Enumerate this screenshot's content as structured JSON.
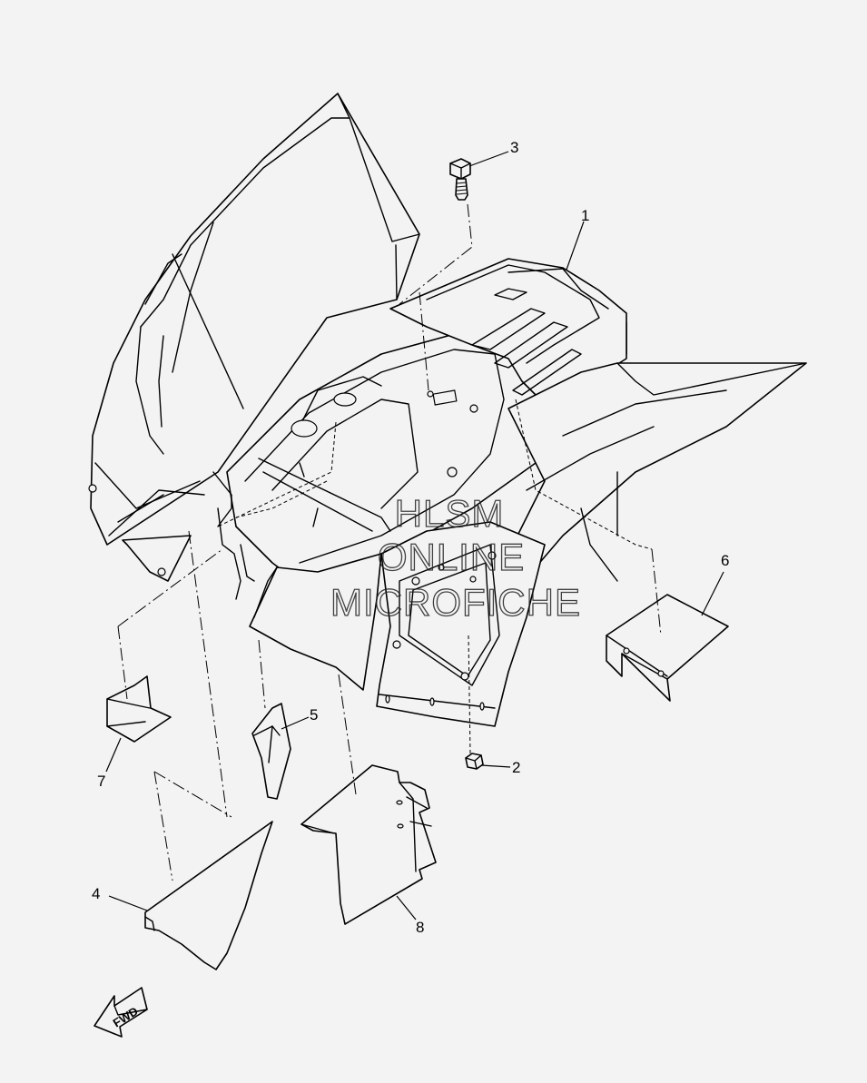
{
  "callouts": [
    {
      "id": "1",
      "label": "1"
    },
    {
      "id": "2",
      "label": "2"
    },
    {
      "id": "3",
      "label": "3"
    },
    {
      "id": "4",
      "label": "4"
    },
    {
      "id": "5",
      "label": "5"
    },
    {
      "id": "6",
      "label": "6"
    },
    {
      "id": "7",
      "label": "7"
    },
    {
      "id": "8",
      "label": "8"
    }
  ],
  "watermark": {
    "line1": "HLSM",
    "line2": "ONLINE",
    "line3": "MICROFICHE"
  },
  "direction_badge": {
    "label": "FWD"
  }
}
